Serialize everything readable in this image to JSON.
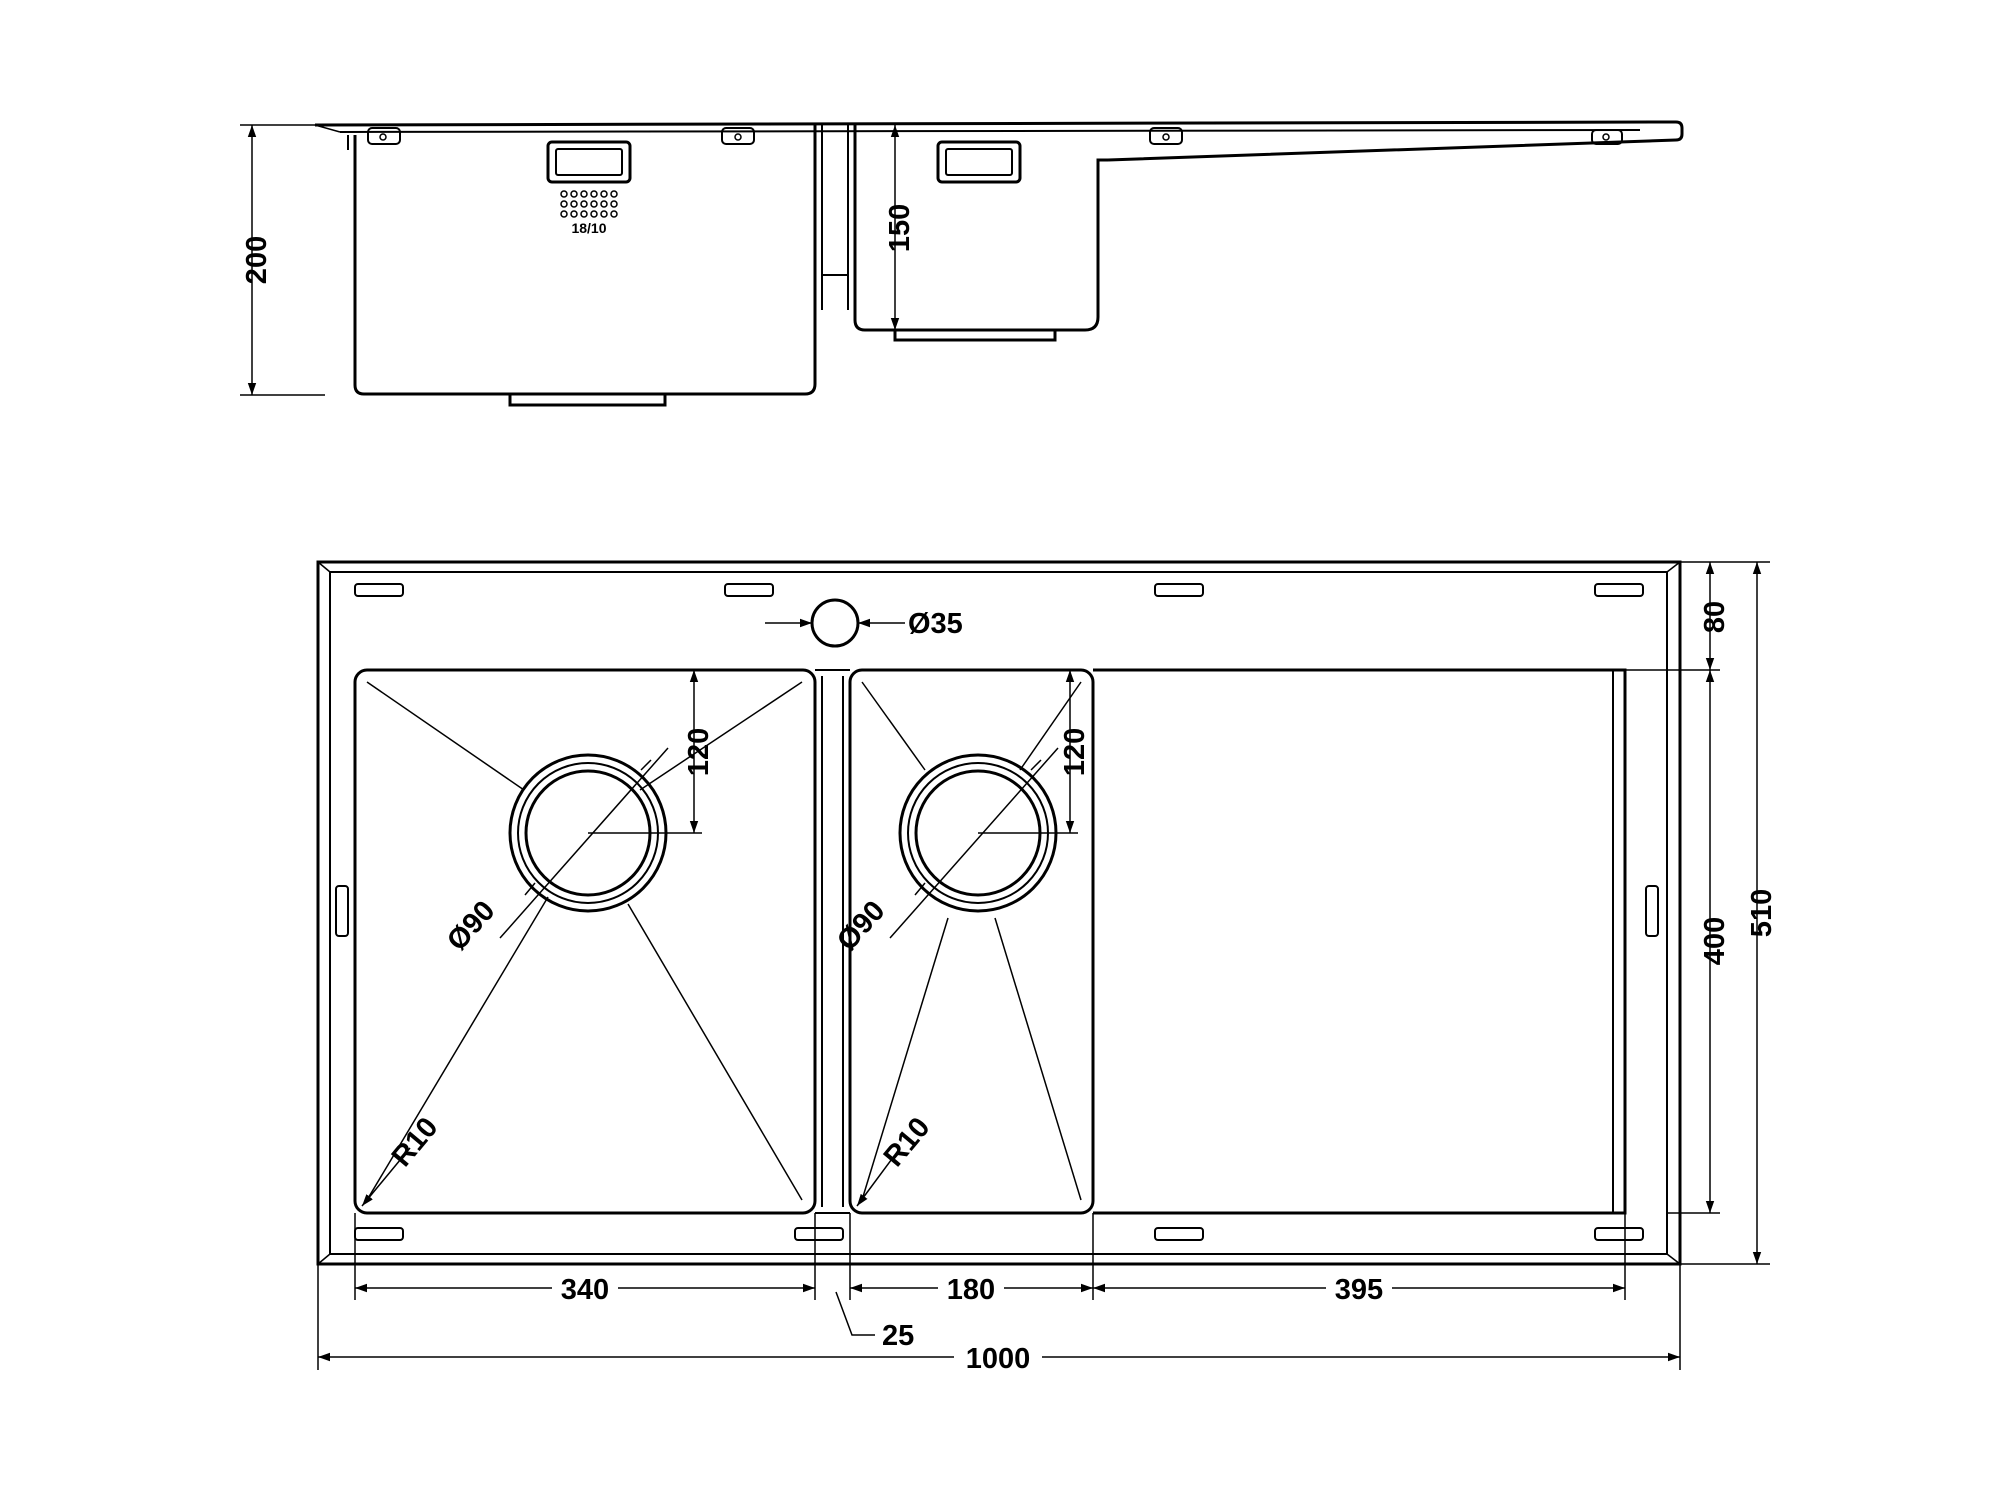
{
  "drawing": {
    "side_view": {
      "height_total": "200",
      "height_small_bowl": "150",
      "overflow_marking": "18/10"
    },
    "top_view": {
      "tap_hole": "Ø35",
      "waste_diameter_left": "Ø90",
      "waste_diameter_right": "Ø90",
      "waste_offset_left": "120",
      "waste_offset_right": "120",
      "corner_radius_left": "R10",
      "corner_radius_right": "R10",
      "rear_margin": "80",
      "bowl_depth": "400",
      "overall_depth": "510",
      "large_bowl_width": "340",
      "small_bowl_width": "180",
      "drainer_width": "395",
      "divider_width": "25",
      "overall_width": "1000"
    }
  }
}
